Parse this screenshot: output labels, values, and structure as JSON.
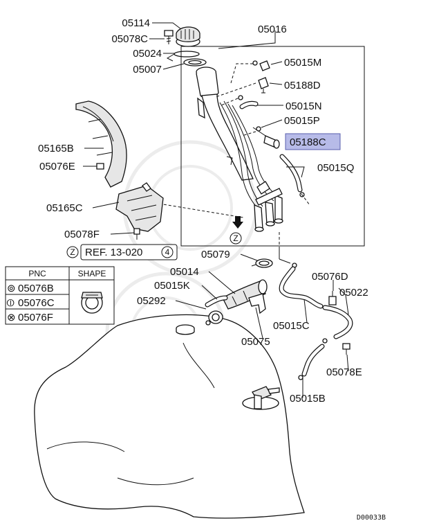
{
  "labels": {
    "p05114": "05114",
    "p05078C": "05078C",
    "p05024": "05024",
    "p05007": "05007",
    "p05016": "05016",
    "p05015M": "05015M",
    "p05188D": "05188D",
    "p05015N": "05015N",
    "p05015P": "05015P",
    "p05188C": "05188C",
    "p05015Q": "05015Q",
    "p05165B": "05165B",
    "p05076E": "05076E",
    "p05165C": "05165C",
    "p05078F": "05078F",
    "p05079": "05079",
    "p05014": "05014",
    "p05015K": "05015K",
    "p05292": "05292",
    "p05075": "05075",
    "p05076D": "05076D",
    "p05022": "05022",
    "p05015C": "05015C",
    "p05078E": "05078E",
    "p05015B": "05015B"
  },
  "reference": {
    "zone_mark": "Z",
    "text": "REF. 13-020",
    "circle_num": "4"
  },
  "legend": {
    "col_pnc": "PNC",
    "col_shape": "SHAPE",
    "rows": [
      {
        "symbol": "⊚",
        "pnc": "05076B"
      },
      {
        "symbol": "⦶",
        "pnc": "05076C"
      },
      {
        "symbol": "⊗",
        "pnc": "05076F"
      }
    ]
  },
  "footer": {
    "code": "D00033B"
  },
  "colors": {
    "highlight": "#b7bbe8",
    "highlight_border": "#5a5fae",
    "ink": "#111111"
  }
}
